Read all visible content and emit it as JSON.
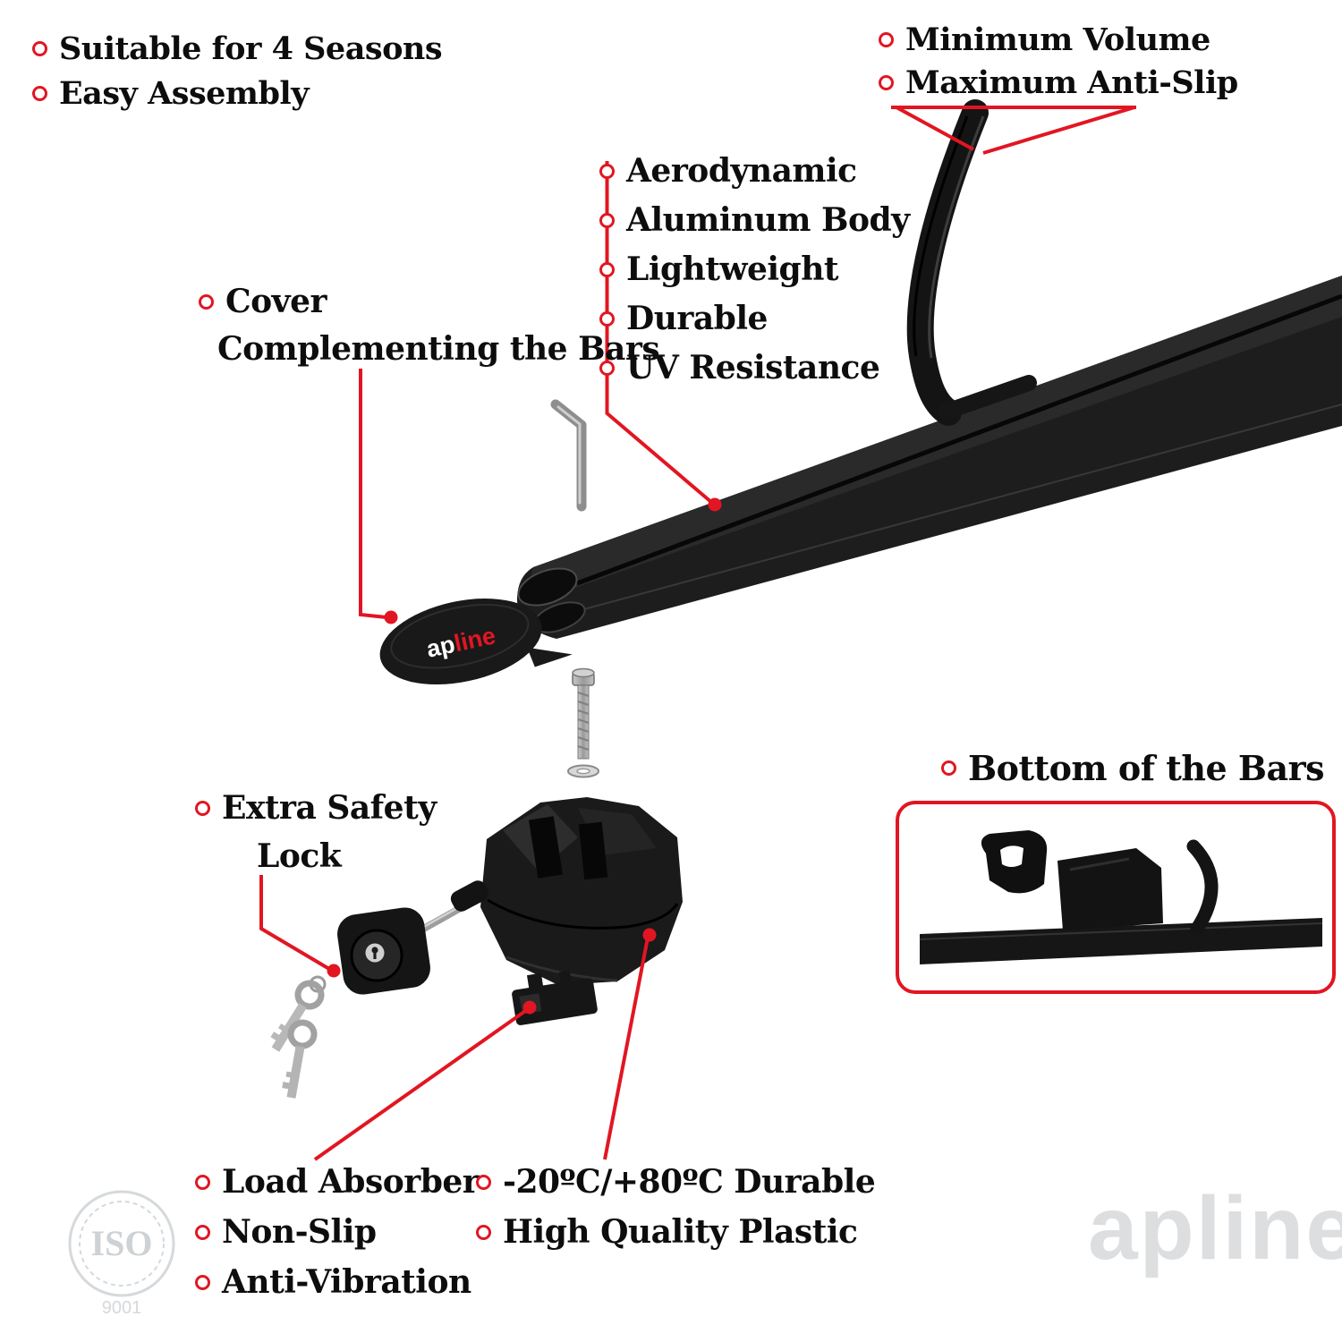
{
  "accent": "#e11622",
  "top_left": {
    "items": [
      "Suitable for 4 Seasons",
      "Easy Assembly"
    ]
  },
  "top_right": {
    "items": [
      "Minimum Volume",
      "Maximum Anti-Slip"
    ]
  },
  "bar_features": {
    "items": [
      "Aerodynamic",
      "Aluminum Body",
      "Lightweight",
      "Durable",
      "UV Resistance"
    ]
  },
  "cover_label": {
    "line1": "Cover",
    "line2": "Complementing the Bars"
  },
  "lock_label": {
    "line1": "Extra Safety",
    "line2": "Lock"
  },
  "bottom_bars": {
    "label": "Bottom of the Bars"
  },
  "foot_features_left": {
    "items": [
      "Load Absorber",
      "Non-Slip",
      "Anti-Vibration"
    ]
  },
  "foot_features_right": {
    "items": [
      "-20ºC/+80ºC Durable",
      "High Quality Plastic"
    ]
  },
  "cover_logo": {
    "ap": "ap",
    "line": "line"
  },
  "iso_badge": {
    "title": "ISO",
    "number": "9001"
  },
  "brand_watermark": "apline"
}
